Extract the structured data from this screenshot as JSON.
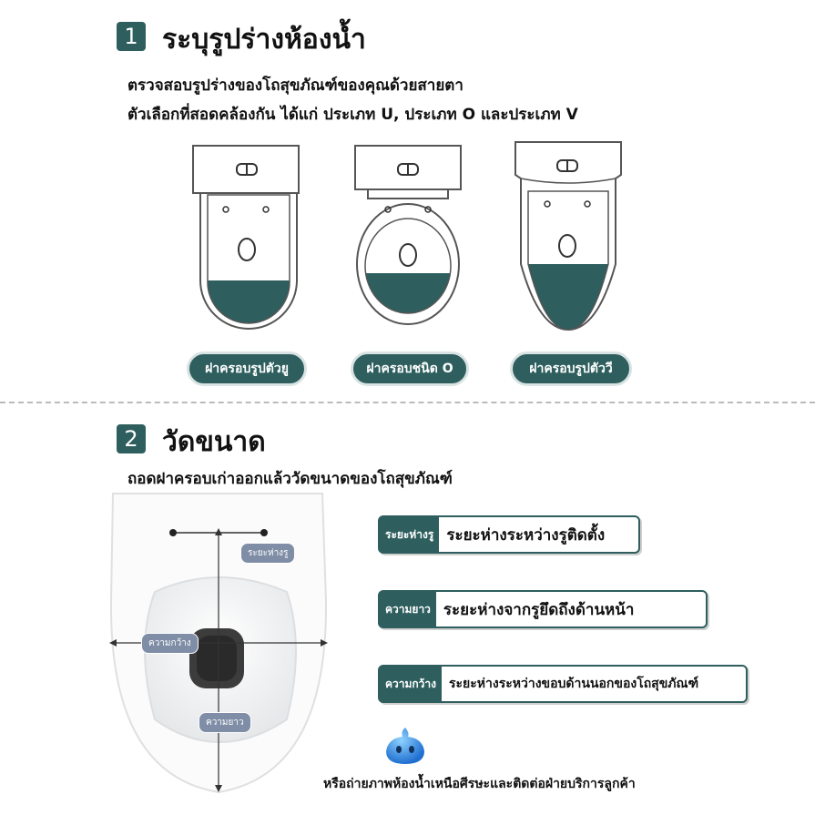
{
  "step1": {
    "number": "1",
    "title": "ระบุรูปร่างห้องน้ำ",
    "desc_line1": "ตรวจสอบรูปร่างของโถสุขภัณฑ์ของคุณด้วยสายตา",
    "desc_line2": "ตัวเลือกที่สอดคล้องกัน ได้แก่ ประเภท U, ประเภท O และประเภท V",
    "types": [
      {
        "label": "ฝาครอบรูปตัวยู",
        "icon": "u-type-toilet-icon"
      },
      {
        "label": "ฝาครอบชนิด O",
        "icon": "o-type-toilet-icon"
      },
      {
        "label": "ฝาครอบรูปตัววี",
        "icon": "v-type-toilet-icon"
      }
    ]
  },
  "step2": {
    "number": "2",
    "title": "วัดขนาด",
    "desc": "ถอดฝาครอบเก่าออกแล้ววัดขนาดของโถสุขภัณฑ์",
    "callouts": {
      "hole": "ระยะห่างรู",
      "width": "ความกว้าง",
      "length": "ความยาว"
    },
    "measurements": [
      {
        "tag": "ระยะห่างรู",
        "text": "ระยะห่างระหว่างรูติดตั้ง"
      },
      {
        "tag": "ความยาว",
        "text": "ระยะห่างจากรูยึดถึงด้านหน้า"
      },
      {
        "tag": "ความกว้าง",
        "text": "ระยะห่างระหว่างขอบด้านนอกของโถสุขภัณฑ์"
      }
    ],
    "footer": "หรือถ่ายภาพห้องน้ำเหนือศีรษะและติดต่อฝ่ายบริการลูกค้า"
  },
  "colors": {
    "accent": "#2e5e5e",
    "callout": "#7f8ea6",
    "mascot": "#2f8fe8"
  }
}
